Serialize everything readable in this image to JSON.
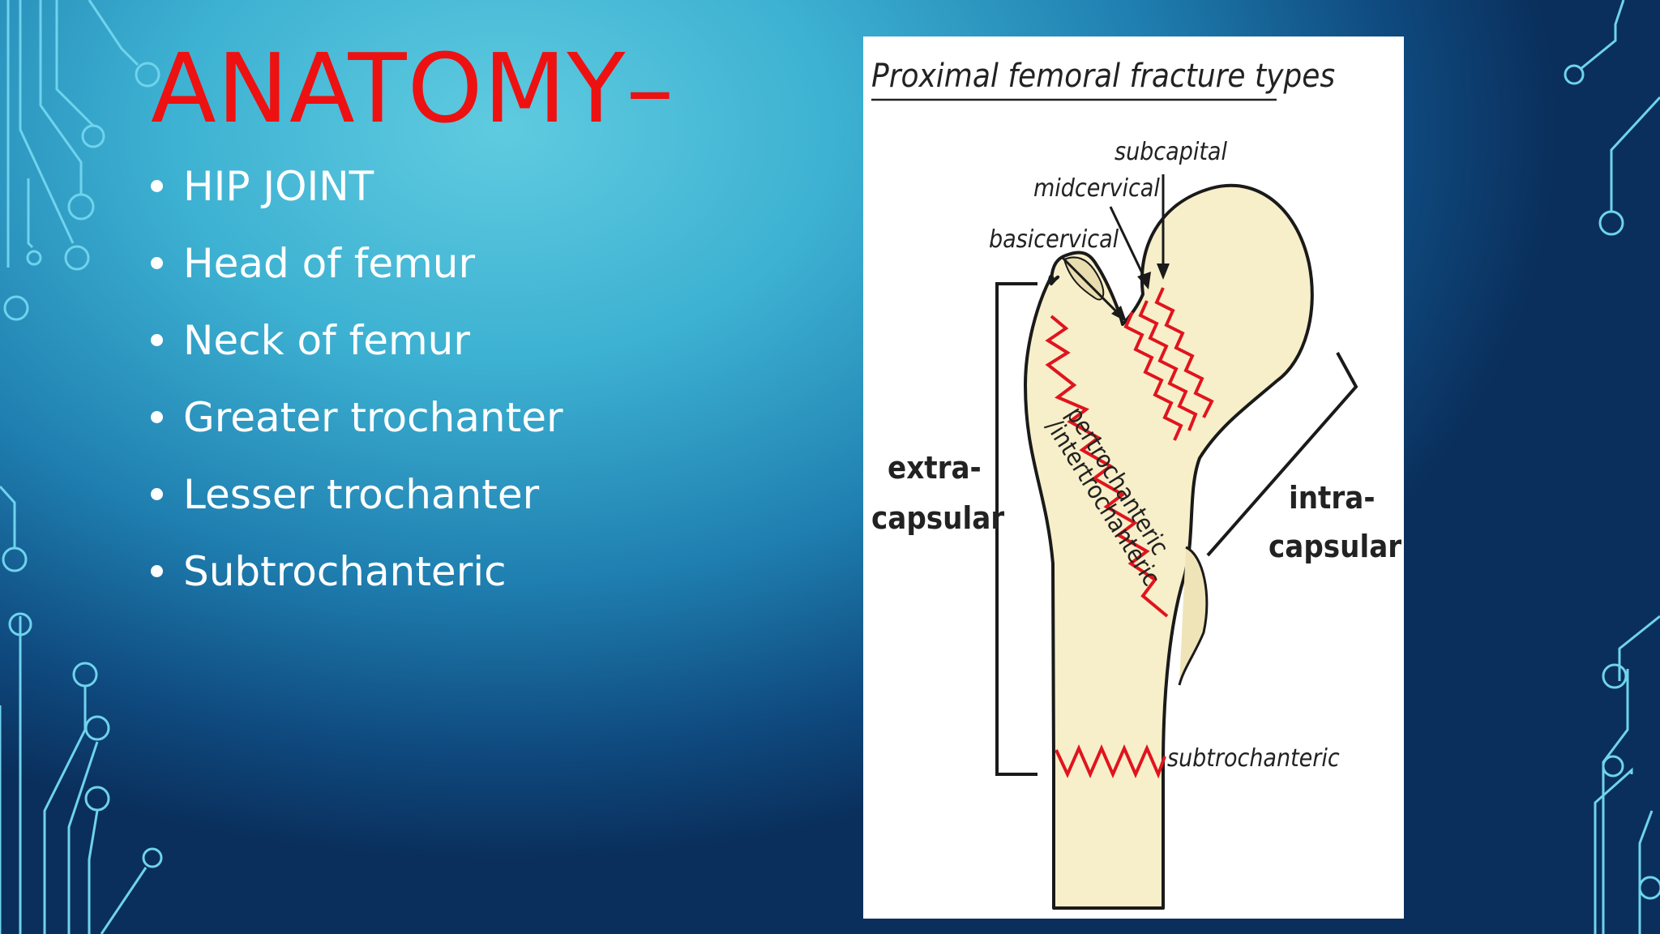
{
  "slide": {
    "title": "ANATOMY–",
    "bullets": [
      "HIP JOINT",
      "Head of femur",
      "Neck of femur",
      "Greater trochanter",
      "Lesser trochanter",
      "Subtrochanteric"
    ]
  },
  "figure": {
    "heading": "Proximal femoral fracture types",
    "labels": {
      "subcapital": "subcapital",
      "midcervical": "midcervical",
      "basicervical": "basicervical",
      "extracapsular_1": "extra-",
      "extracapsular_2": "capsular",
      "intracapsular_1": "intra-",
      "intracapsular_2": "capsular",
      "pertrochanteric": "pertrochanteric",
      "intertrochanteric": "/intertrochanteric",
      "subtrochanteric": "subtrochanteric"
    },
    "colors": {
      "bone": "#f7efc9",
      "fracture": "#e0141e",
      "outline": "#1a1a1a"
    }
  },
  "theme": {
    "title_color": "#ee1111",
    "text_color": "#ffffff",
    "circuit_color": "#6fd3ee"
  }
}
